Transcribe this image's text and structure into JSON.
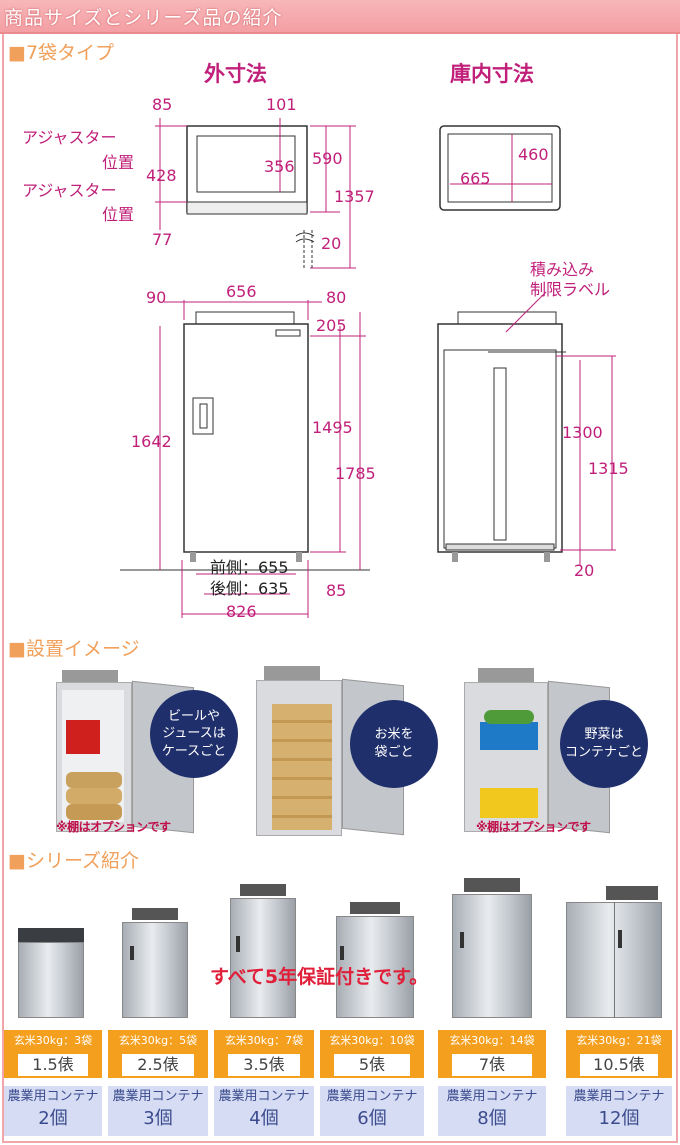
{
  "header": {
    "title": "商品サイズとシリーズ品の紹介"
  },
  "sections": {
    "model": "■7袋タイプ",
    "install": "■設置イメージ",
    "series": "■シリーズ紹介"
  },
  "drawing": {
    "outer_title": "外寸法",
    "inner_title": "庫内寸法",
    "adjuster_label_1": "アジャスター",
    "position_label_1": "位置",
    "adjuster_label_2": "アジャスター",
    "position_label_2": "位置",
    "top": {
      "left_offset": "85",
      "right_offset": "101",
      "inner_depth_top": "356",
      "side_depth": "590",
      "left_side": "428",
      "total_depth": "1357",
      "bottom_offset": "77",
      "bottom_extra": "20",
      "inner_width": "665",
      "inner_depth": "460"
    },
    "front": {
      "left_margin": "90",
      "body_width": "656",
      "right_margin": "80",
      "top_unit": "205",
      "total_height": "1642",
      "body_height": "1495",
      "full_height": "1785",
      "front_label": "前側：655",
      "rear_label": "後側：635",
      "base_height": "85",
      "total_width": "826",
      "stack_label_1": "積み込み",
      "stack_label_2": "制限ラベル",
      "inner_height": "1300",
      "inner_full_height": "1315",
      "inner_bottom": "20"
    }
  },
  "install": {
    "bubbles": [
      "ビールや\nジュースは\nケースごと",
      "お米を\n袋ごと",
      "野菜は\nコンテナごと"
    ],
    "notes": [
      "※棚はオプションです",
      "※棚はオプションです"
    ]
  },
  "series": {
    "guarantee": "すべて5年保証付きです。",
    "items": [
      {
        "capacity": "玄米30kg：3袋",
        "bales": "1.5俵",
        "container_label": "農業用コンテナ",
        "containers": "2個"
      },
      {
        "capacity": "玄米30kg：5袋",
        "bales": "2.5俵",
        "container_label": "農業用コンテナ",
        "containers": "3個"
      },
      {
        "capacity": "玄米30kg：7袋",
        "bales": "3.5俵",
        "container_label": "農業用コンテナ",
        "containers": "4個"
      },
      {
        "capacity": "玄米30kg：10袋",
        "bales": "5俵",
        "container_label": "農業用コンテナ",
        "containers": "6個"
      },
      {
        "capacity": "玄米30kg：14袋",
        "bales": "7俵",
        "container_label": "農業用コンテナ",
        "containers": "8個"
      },
      {
        "capacity": "玄米30kg：21袋",
        "bales": "10.5俵",
        "container_label": "農業用コンテナ",
        "containers": "12個"
      }
    ]
  },
  "colors": {
    "accent": "#f0a05a",
    "dimension": "#c0207a",
    "navy": "#1f2f6b",
    "orange": "#f4a01e"
  }
}
